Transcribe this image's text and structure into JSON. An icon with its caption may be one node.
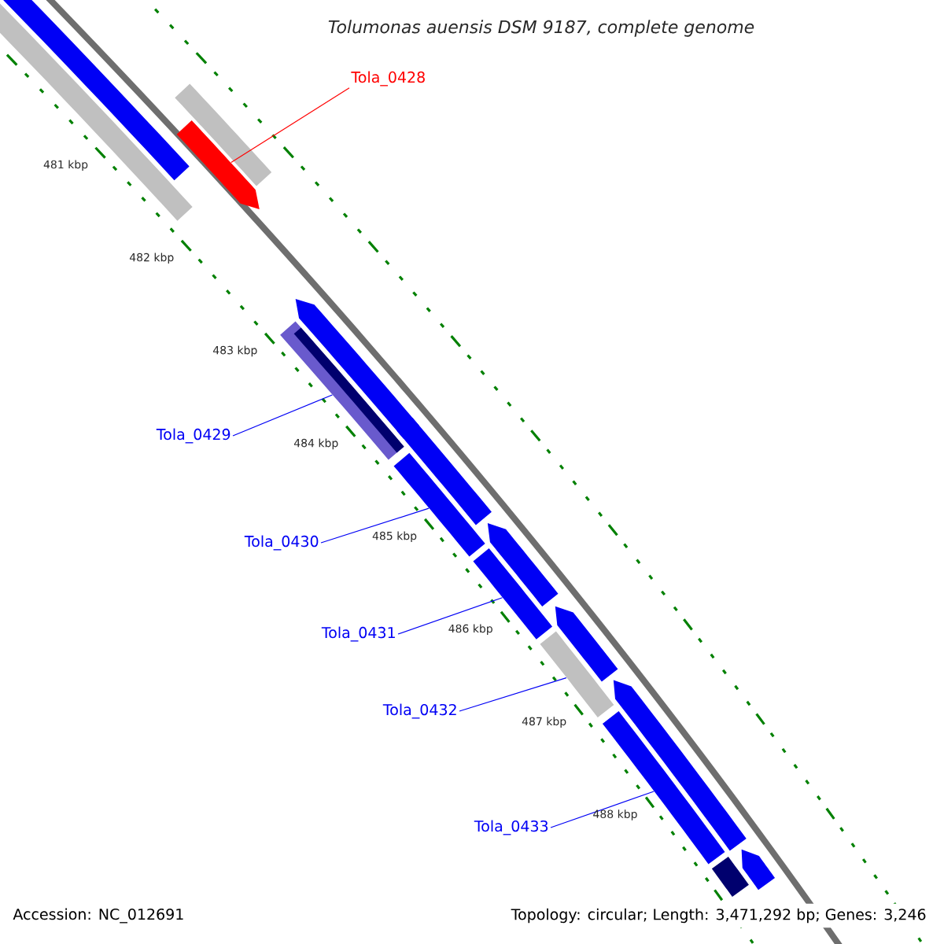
{
  "diagram": {
    "title": "Tolumonas auensis DSM 9187, complete genome",
    "nodes": [
      {
        "text": [
          "Tola_0428"
        ]
      },
      {
        "text": [
          "Tola_0429"
        ]
      },
      {
        "text": [
          "Tola_0430"
        ]
      },
      {
        "text": [
          "Tola_0431"
        ]
      },
      {
        "text": [
          "Tola_0432"
        ]
      },
      {
        "text": [
          "Tola_0433"
        ]
      },
      {
        "text": [],
        "shape": "arrow"
      },
      {
        "text": [],
        "shape": "bar"
      },
      {
        "text": [],
        "shape": "bar"
      },
      {
        "text": [],
        "shape": "bar"
      },
      {
        "text": [],
        "shape": "bar"
      },
      {
        "text": [],
        "shape": "bar"
      },
      {
        "text": [],
        "shape": "bar"
      },
      {
        "text": [],
        "shape": "bar"
      },
      {
        "text": [],
        "shape": "bar"
      },
      {
        "text": [],
        "shape": "arrow"
      },
      {
        "text": [],
        "shape": "bar"
      },
      {
        "text": [],
        "shape": "arrow"
      },
      {
        "text": [],
        "shape": "arrow"
      },
      {
        "text": [],
        "shape": "arrow"
      },
      {
        "text": [],
        "shape": "arrow"
      },
      {
        "text": [],
        "shape": "bar"
      }
    ],
    "edges": [
      {
        "from": 0,
        "to": 6,
        "arrow": "none",
        "color": "#ff0000"
      },
      {
        "from": 1,
        "to": 7,
        "arrow": "none"
      },
      {
        "from": 2,
        "to": 8,
        "arrow": "none"
      },
      {
        "from": 3,
        "to": 9,
        "arrow": "none"
      },
      {
        "from": 4,
        "to": 10,
        "arrow": "none"
      },
      {
        "from": 5,
        "to": 11,
        "arrow": "none"
      }
    ],
    "labels": [
      "481 kbp",
      "482 kbp",
      "483 kbp",
      "484 kbp",
      "485 kbp",
      "486 kbp",
      "487 kbp",
      "488 kbp",
      "Accession: NC_012691",
      "Topology: circular; Length: 3,471,292 bp; Genes: 3,246"
    ]
  }
}
